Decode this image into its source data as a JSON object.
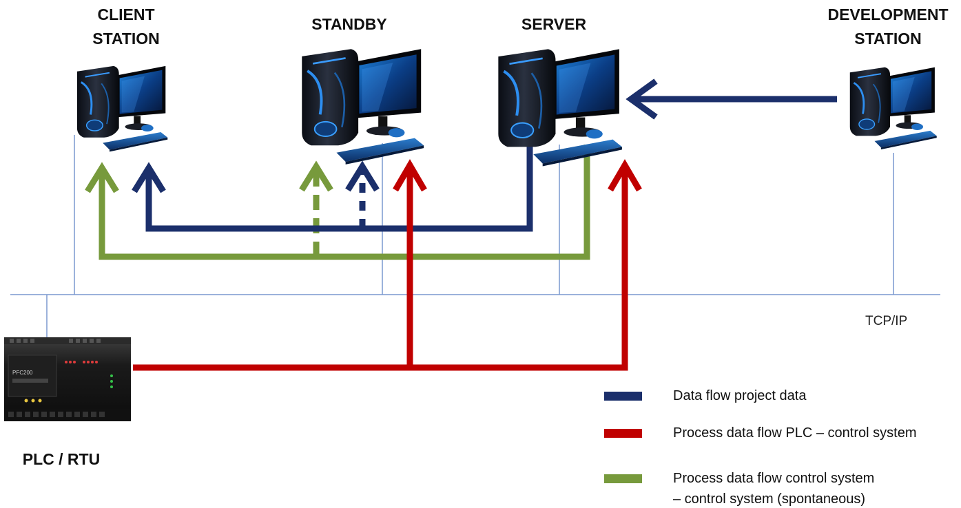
{
  "stations": {
    "client": {
      "line1": "CLIENT",
      "line2": "STATION"
    },
    "standby": {
      "line1": "STANDBY"
    },
    "server": {
      "line1": "SERVER"
    },
    "development": {
      "line1": "DEVELOPMENT",
      "line2": "STATION"
    }
  },
  "plc": {
    "label": "PLC / RTU",
    "device_text": "PFC200"
  },
  "network": {
    "label": "TCP/IP"
  },
  "legend": {
    "project": {
      "label": "Data flow project data",
      "color": "#1b2f6b"
    },
    "plc": {
      "label": "Process data flow PLC – control system",
      "color": "#c00000"
    },
    "spontaneous": {
      "line1": "Process data flow control system",
      "line2": "– control system (spontaneous)",
      "color": "#779a3c"
    }
  },
  "colors": {
    "network_line": "#7a99cf",
    "project": "#1b2f6b",
    "plc": "#c00000",
    "spontaneous": "#779a3c"
  }
}
